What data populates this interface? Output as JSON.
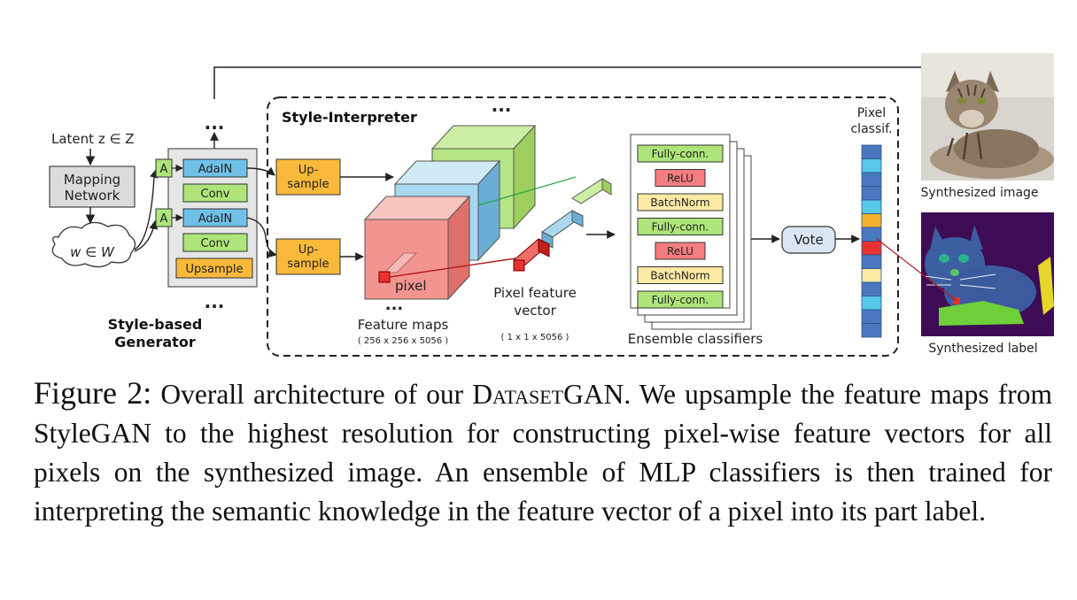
{
  "generator": {
    "latent_label": "Latent z ∈ Z",
    "mapping_line1": "Mapping",
    "mapping_line2": "Network",
    "w_label": "w ∈ W",
    "a_label": "A",
    "adain_label": "AdaIN",
    "conv_label": "Conv",
    "upsample_label": "Upsample",
    "dots": "...",
    "title_line1": "Style-based",
    "title_line2": "Generator"
  },
  "interpreter": {
    "title": "Style-Interpreter",
    "upsample_line1": "Up-",
    "upsample_line2": "sample",
    "dots": "...",
    "pixel_label": "pixel",
    "feature_maps_label": "Feature maps",
    "feature_maps_dims": "( 256 x 256 x 5056 )",
    "pixel_feature_line1": "Pixel feature",
    "pixel_feature_line2": "vector",
    "pixel_feature_dims": "( 1 x 1 x 5056 )",
    "classifier_layers": [
      "Fully-conn.",
      "ReLU",
      "BatchNorm",
      "Fully-conn.",
      "ReLU",
      "BatchNorm",
      "Fully-conn."
    ],
    "ensemble_label": "Ensemble classifiers",
    "vote_label": "Vote",
    "pixel_classif_line1": "Pixel",
    "pixel_classif_line2": "classif."
  },
  "outputs": {
    "synth_image_label": "Synthesized image",
    "synth_label_label": "Synthesized label"
  },
  "caption": {
    "figure_label": "Figure 2:",
    "part1": "Overall architecture of our",
    "name": "DatasetGAN",
    "part2": ". We upsample the feature maps from StyleGAN to the highest resolution for constructing pixel-wise feature vectors for all pixels on the synthesized image.  An ensemble of MLP classifiers is then trained for interpreting the semantic knowledge in the feature vector of a pixel into its part label."
  },
  "colors": {
    "green": "#aee57a",
    "blue": "#6fc1e8",
    "orange": "#f9b93a",
    "yellow": "#fce9a4",
    "relu": "#f57d80",
    "red": "#e8322f"
  }
}
